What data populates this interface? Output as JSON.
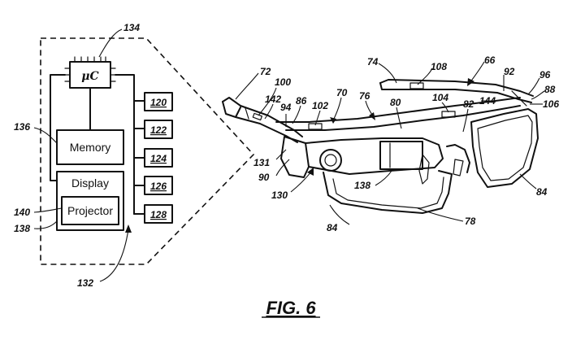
{
  "figure": {
    "caption": "FIG. 6"
  },
  "block_diagram": {
    "microcontroller": {
      "label": "μC",
      "ref": "134"
    },
    "memory": {
      "label": "Memory",
      "ref": "136"
    },
    "display": {
      "label": "Display",
      "ref": "138"
    },
    "projector": {
      "label": "Projector",
      "ref": "140"
    },
    "modules": [
      "120",
      "122",
      "124",
      "126",
      "128"
    ],
    "inset_ref": "132"
  },
  "glasses_refs": {
    "r72": "72",
    "r100": "100",
    "r142": "142",
    "r94": "94",
    "r86": "86",
    "r102": "102",
    "r70": "70",
    "r76": "76",
    "r74": "74",
    "r108": "108",
    "r66": "66",
    "r92": "92",
    "r96": "96",
    "r88": "88",
    "r106": "106",
    "r144": "144",
    "r104": "104",
    "r82": "82",
    "r80": "80",
    "r131": "131",
    "r90": "90",
    "r130": "130",
    "r138b": "138",
    "r84a": "84",
    "r84b": "84",
    "r78": "78"
  }
}
